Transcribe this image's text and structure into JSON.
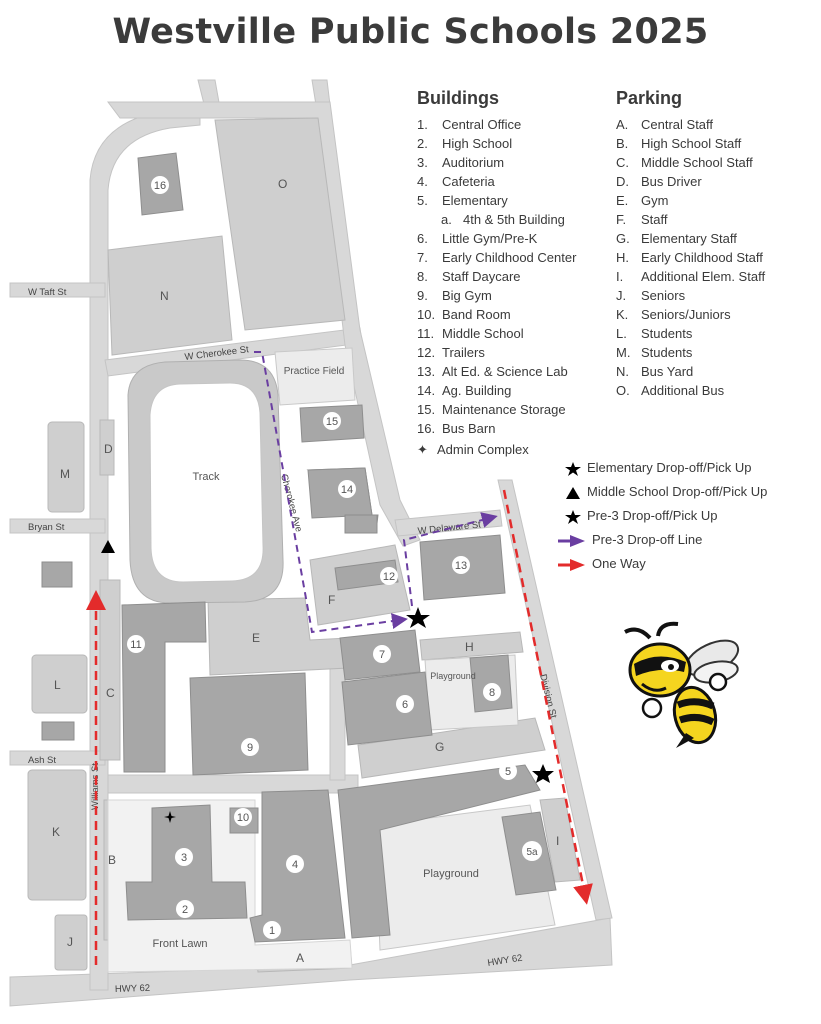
{
  "title": "Westville Public Schools 2025",
  "buildings": {
    "heading": "Buildings",
    "items": [
      {
        "num": "1.",
        "label": "Central Office"
      },
      {
        "num": "2.",
        "label": "High School"
      },
      {
        "num": "3.",
        "label": "Auditorium"
      },
      {
        "num": "4.",
        "label": "Cafeteria"
      },
      {
        "num": "5.",
        "label": "Elementary"
      },
      {
        "num": "a.",
        "label": "4th & 5th Building",
        "sub": true
      },
      {
        "num": "6.",
        "label": "Little Gym/Pre-K"
      },
      {
        "num": "7.",
        "label": "Early Childhood Center"
      },
      {
        "num": "8.",
        "label": "Staff Daycare"
      },
      {
        "num": "9.",
        "label": "Big Gym"
      },
      {
        "num": "10.",
        "label": "Band Room"
      },
      {
        "num": "11.",
        "label": "Middle School"
      },
      {
        "num": "12.",
        "label": "Trailers"
      },
      {
        "num": "13.",
        "label": "Alt Ed. & Science Lab"
      },
      {
        "num": "14.",
        "label": "Ag. Building"
      },
      {
        "num": "15.",
        "label": "Maintenance Storage"
      },
      {
        "num": "16.",
        "label": "Bus Barn"
      }
    ],
    "admin": {
      "icon": "admin-complex-star-icon",
      "label": "Admin Complex"
    }
  },
  "parking": {
    "heading": "Parking",
    "items": [
      {
        "num": "A.",
        "label": "Central Staff"
      },
      {
        "num": "B.",
        "label": "High School Staff"
      },
      {
        "num": "C.",
        "label": "Middle School Staff"
      },
      {
        "num": "D.",
        "label": "Bus Driver"
      },
      {
        "num": "E.",
        "label": "Gym"
      },
      {
        "num": "F.",
        "label": "Staff"
      },
      {
        "num": "G.",
        "label": "Elementary Staff"
      },
      {
        "num": "H.",
        "label": "Early Childhood Staff"
      },
      {
        "num": "I.",
        "label": "Additional Elem. Staff"
      },
      {
        "num": "J.",
        "label": "Seniors"
      },
      {
        "num": "K.",
        "label": "Seniors/Juniors"
      },
      {
        "num": "L.",
        "label": "Students"
      },
      {
        "num": "M.",
        "label": "Students"
      },
      {
        "num": "N.",
        "label": "Bus Yard"
      },
      {
        "num": "O.",
        "label": "Additional Bus"
      }
    ]
  },
  "key": [
    {
      "icon": "star-icon",
      "label": "Elementary Drop-off/Pick Up"
    },
    {
      "icon": "triangle-icon",
      "label": "Middle School Drop-off/Pick Up"
    },
    {
      "icon": "star-icon",
      "label": "Pre-3 Drop-off/Pick Up"
    },
    {
      "icon": "purple-arrow-icon",
      "label": "Pre-3 Drop-off Line"
    },
    {
      "icon": "red-arrow-icon",
      "label": "One Way"
    }
  ],
  "colors": {
    "road": "#d8d8d8",
    "building": "#a7a7a7",
    "lot": "#cfcfcf",
    "purple": "#6a3ea1",
    "red": "#e32b2b",
    "mascot_yellow": "#f5d51f"
  },
  "map": {
    "streets": {
      "taft": "W Taft St",
      "cherokee": "W Cherokee St",
      "bryan": "Bryan St",
      "ash": "Ash St",
      "hwy_bottom": "HWY 62",
      "hwy_right": "HWY 62",
      "vertical_left": "Williams St",
      "vertical_mid": "Cherokee Ave",
      "delaware": "W Delaware St",
      "vertical_right": "Division St"
    },
    "labels": {
      "track": "Track",
      "practice_field": "Practice Field",
      "playground_small": "Playground",
      "playground_large": "Playground",
      "front_lawn": "Front Lawn"
    },
    "building_numbers": [
      "1",
      "2",
      "3",
      "4",
      "5",
      "5a",
      "6",
      "7",
      "8",
      "9",
      "10",
      "11",
      "12",
      "13",
      "14",
      "15",
      "16"
    ],
    "lot_letters": [
      "A",
      "B",
      "C",
      "D",
      "E",
      "F",
      "G",
      "H",
      "I",
      "J",
      "K",
      "L",
      "M",
      "N",
      "O"
    ]
  },
  "mascot": {
    "icon": "yellow-jacket-mascot-icon"
  }
}
